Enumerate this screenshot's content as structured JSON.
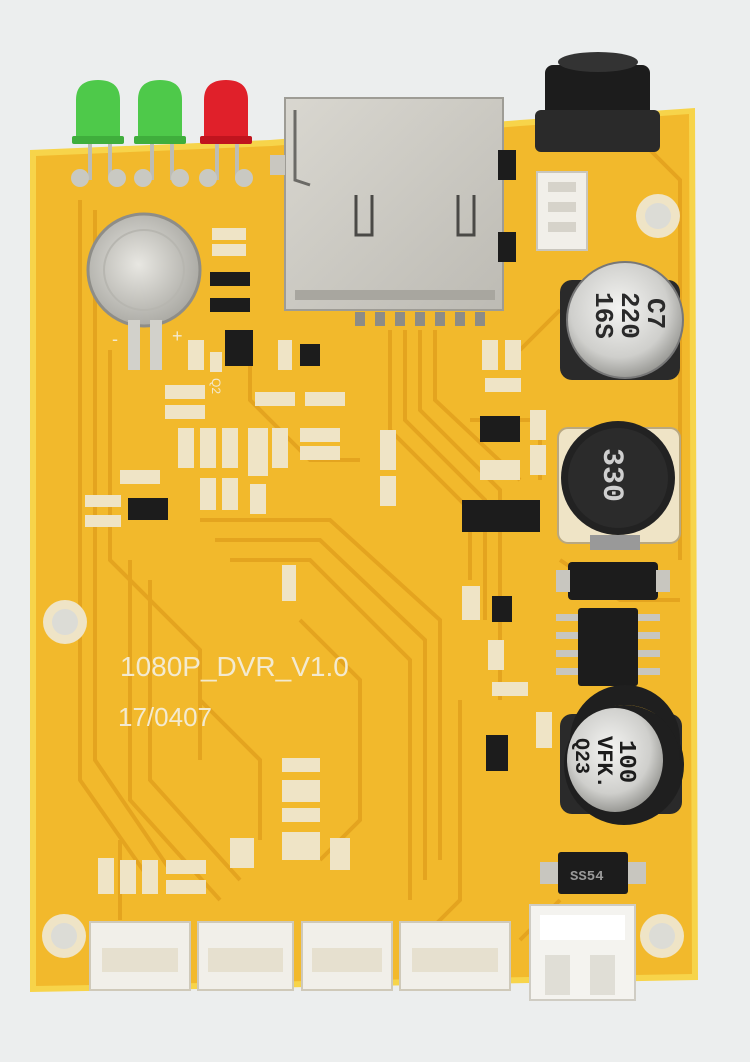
{
  "photo": {
    "subject": "pcb-board",
    "colors": {
      "background": "#eceeee",
      "board": "#f2b92c",
      "board_edge": "#f7d44a",
      "trace": "#e3a21e",
      "metal": "#c9c7c0",
      "component_black": "#1c1c1c",
      "connector_white": "#f1efe9",
      "led_green": "#4ec94a",
      "led_red": "#e0202a"
    }
  },
  "board": {
    "label_model": "1080P_DVR_V1.0",
    "label_date": "17/0407",
    "cap_top_markings": [
      "C7",
      "220",
      "16S"
    ],
    "inductor_marking": "330",
    "cap_bottom_markings": [
      "100",
      "VFK.",
      "Q23"
    ],
    "diode_marking": "SS54",
    "battery_minus": "-",
    "battery_plus": "+",
    "ref_q2": "Q2"
  }
}
